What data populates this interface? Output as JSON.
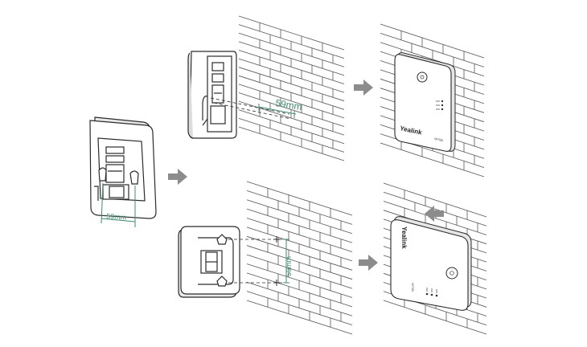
{
  "dimension_label": "59mm",
  "brand_logo": "Yealink",
  "model_label": "W70B",
  "colors": {
    "line": "#2b2b2b",
    "brick_line": "#555555",
    "dimension": "#3f8f6e",
    "arrow": "#8c8c8c",
    "device_face": "#ffffff",
    "device_shadow": "#e6e6e6"
  }
}
